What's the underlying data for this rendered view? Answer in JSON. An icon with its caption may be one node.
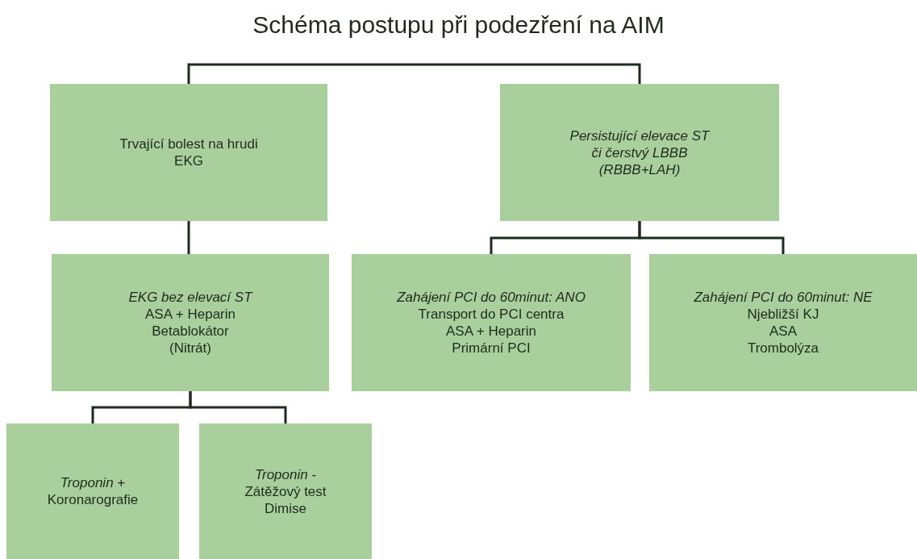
{
  "diagram": {
    "title": "Schéma postupu při podezření na AIM",
    "nodes": [
      {
        "text": [
          "Trvající bolest na hrudi",
          "EKG"
        ]
      },
      {
        "text": [
          "*Persistující elevace ST*",
          "*či čerstvý LBBB*",
          "*(RBBB+LAH)*"
        ]
      },
      {
        "text": [
          "*EKG bez elevací ST*",
          "ASA + Heparin",
          "Betablokátor",
          "(Nitrát)"
        ]
      },
      {
        "text": [
          "*Zahájení PCI do 60minut: ANO*",
          "Transport do PCI centra",
          "ASA + Heparin",
          "Primární PCI"
        ]
      },
      {
        "text": [
          "*Zahájení PCI do 60minut: NE*",
          "Njebližší KJ",
          "ASA",
          "Trombolýza"
        ]
      },
      {
        "text": [
          "*Troponin* +",
          "Koronarografie"
        ]
      },
      {
        "text": [
          "*Troponin* -",
          "Zátěžový test",
          "Dimise"
        ]
      }
    ],
    "edges": [
      {
        "from": 0,
        "to": 1,
        "arrow": "none"
      },
      {
        "from": 0,
        "to": 2,
        "arrow": "none"
      },
      {
        "from": 1,
        "to": 3,
        "arrow": "none"
      },
      {
        "from": 1,
        "to": 4,
        "arrow": "none"
      },
      {
        "from": 2,
        "to": 5,
        "arrow": "none"
      },
      {
        "from": 2,
        "to": 6,
        "arrow": "none"
      }
    ]
  }
}
